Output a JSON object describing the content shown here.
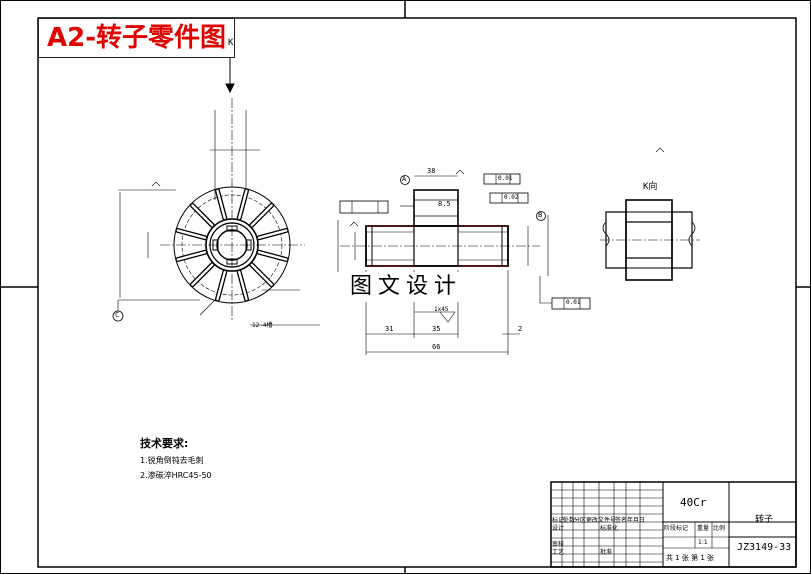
{
  "title_banner": "A2-转子零件图",
  "watermark": "图文设计",
  "technical_requirements": {
    "title": "技术要求:",
    "items": [
      "1.锐角倒钝去毛刺",
      "2.渗碳淬HRC45-50"
    ]
  },
  "title_block": {
    "material": "40Cr",
    "part_name": "转子",
    "drawing_number": "JZ3149-33",
    "sheet_info": "共 1 张 第 1 张",
    "scale": "1:1",
    "labels": [
      "标记",
      "处数",
      "分区",
      "更改文件号",
      "签名",
      "年月日",
      "设计",
      "标准化",
      "阶段标记",
      "重量",
      "比例",
      "审核",
      "工艺",
      "批准"
    ]
  },
  "view_labels": {
    "k_arrow": "K",
    "k_view": "K向",
    "datum_c": "C",
    "datum_a": "A",
    "datum_b": "B"
  },
  "dimension_notes": {
    "overall_length": "66",
    "left_length": "31",
    "mid_length": "35",
    "right_offset": "2",
    "hub_length": "38",
    "keyway": "8.5",
    "slot_note": "12-4槽",
    "chamfer": "1x45",
    "tol_1": "0.01",
    "tol_2": "0.02",
    "tol_3": "0.01"
  }
}
